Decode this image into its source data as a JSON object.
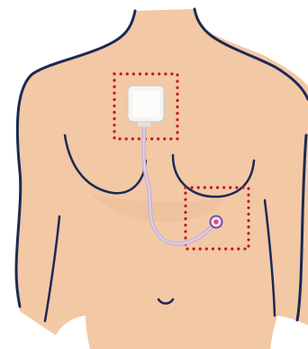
{
  "figure": {
    "subject": "torso-front-view",
    "device_count": 2,
    "highlight_regions": [
      "upper-chest-device-area",
      "lower-right-chest-sensor-area"
    ]
  },
  "colors": {
    "background": "#ffffff",
    "skin": "#f3c8a4",
    "skin_shadow": "#e9b895",
    "outline": "#1b2a55",
    "dotted_marker": "#c2182b",
    "device_body": "#f7f5f1",
    "device_shadow": "#d7d1c8",
    "tube": "#c9b3d6",
    "sensor_ring": "#7b4aa3",
    "sensor_center": "#d44a88"
  }
}
